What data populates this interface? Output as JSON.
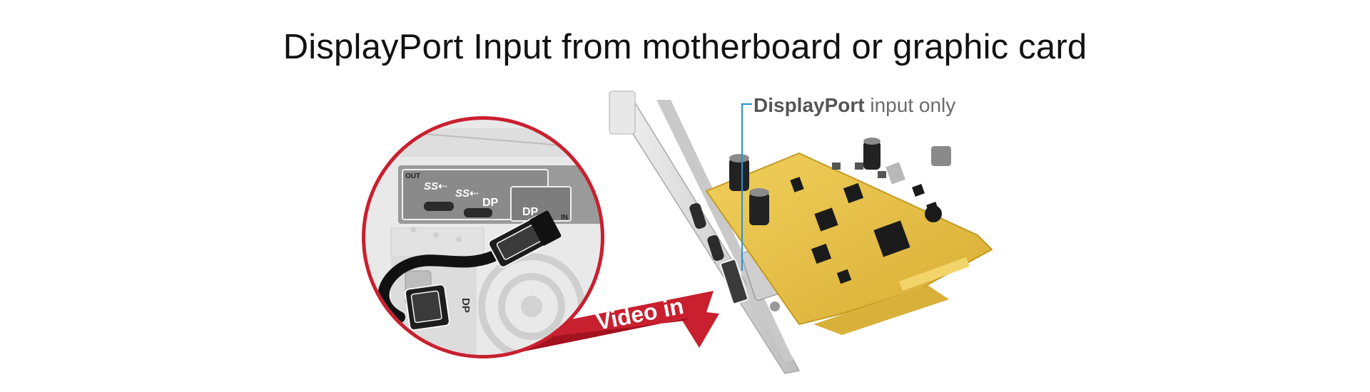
{
  "title": "DisplayPort Input from motherboard or graphic card",
  "callout": {
    "strong": "DisplayPort",
    "rest": " input only"
  },
  "panel_labels": {
    "out": "OUT",
    "usb_a": "SS⇠",
    "usb_b": "SS⇠",
    "dp_port": "DP",
    "dp_box": "DP",
    "in": "IN",
    "dp_vertical": "DP"
  },
  "arrow_label": "Video in",
  "colors": {
    "accent_red": "#c8202f",
    "pcb_yellow": "#e6c14a",
    "callout_line": "#2a8fd0",
    "bracket": "#d9d9d9"
  }
}
